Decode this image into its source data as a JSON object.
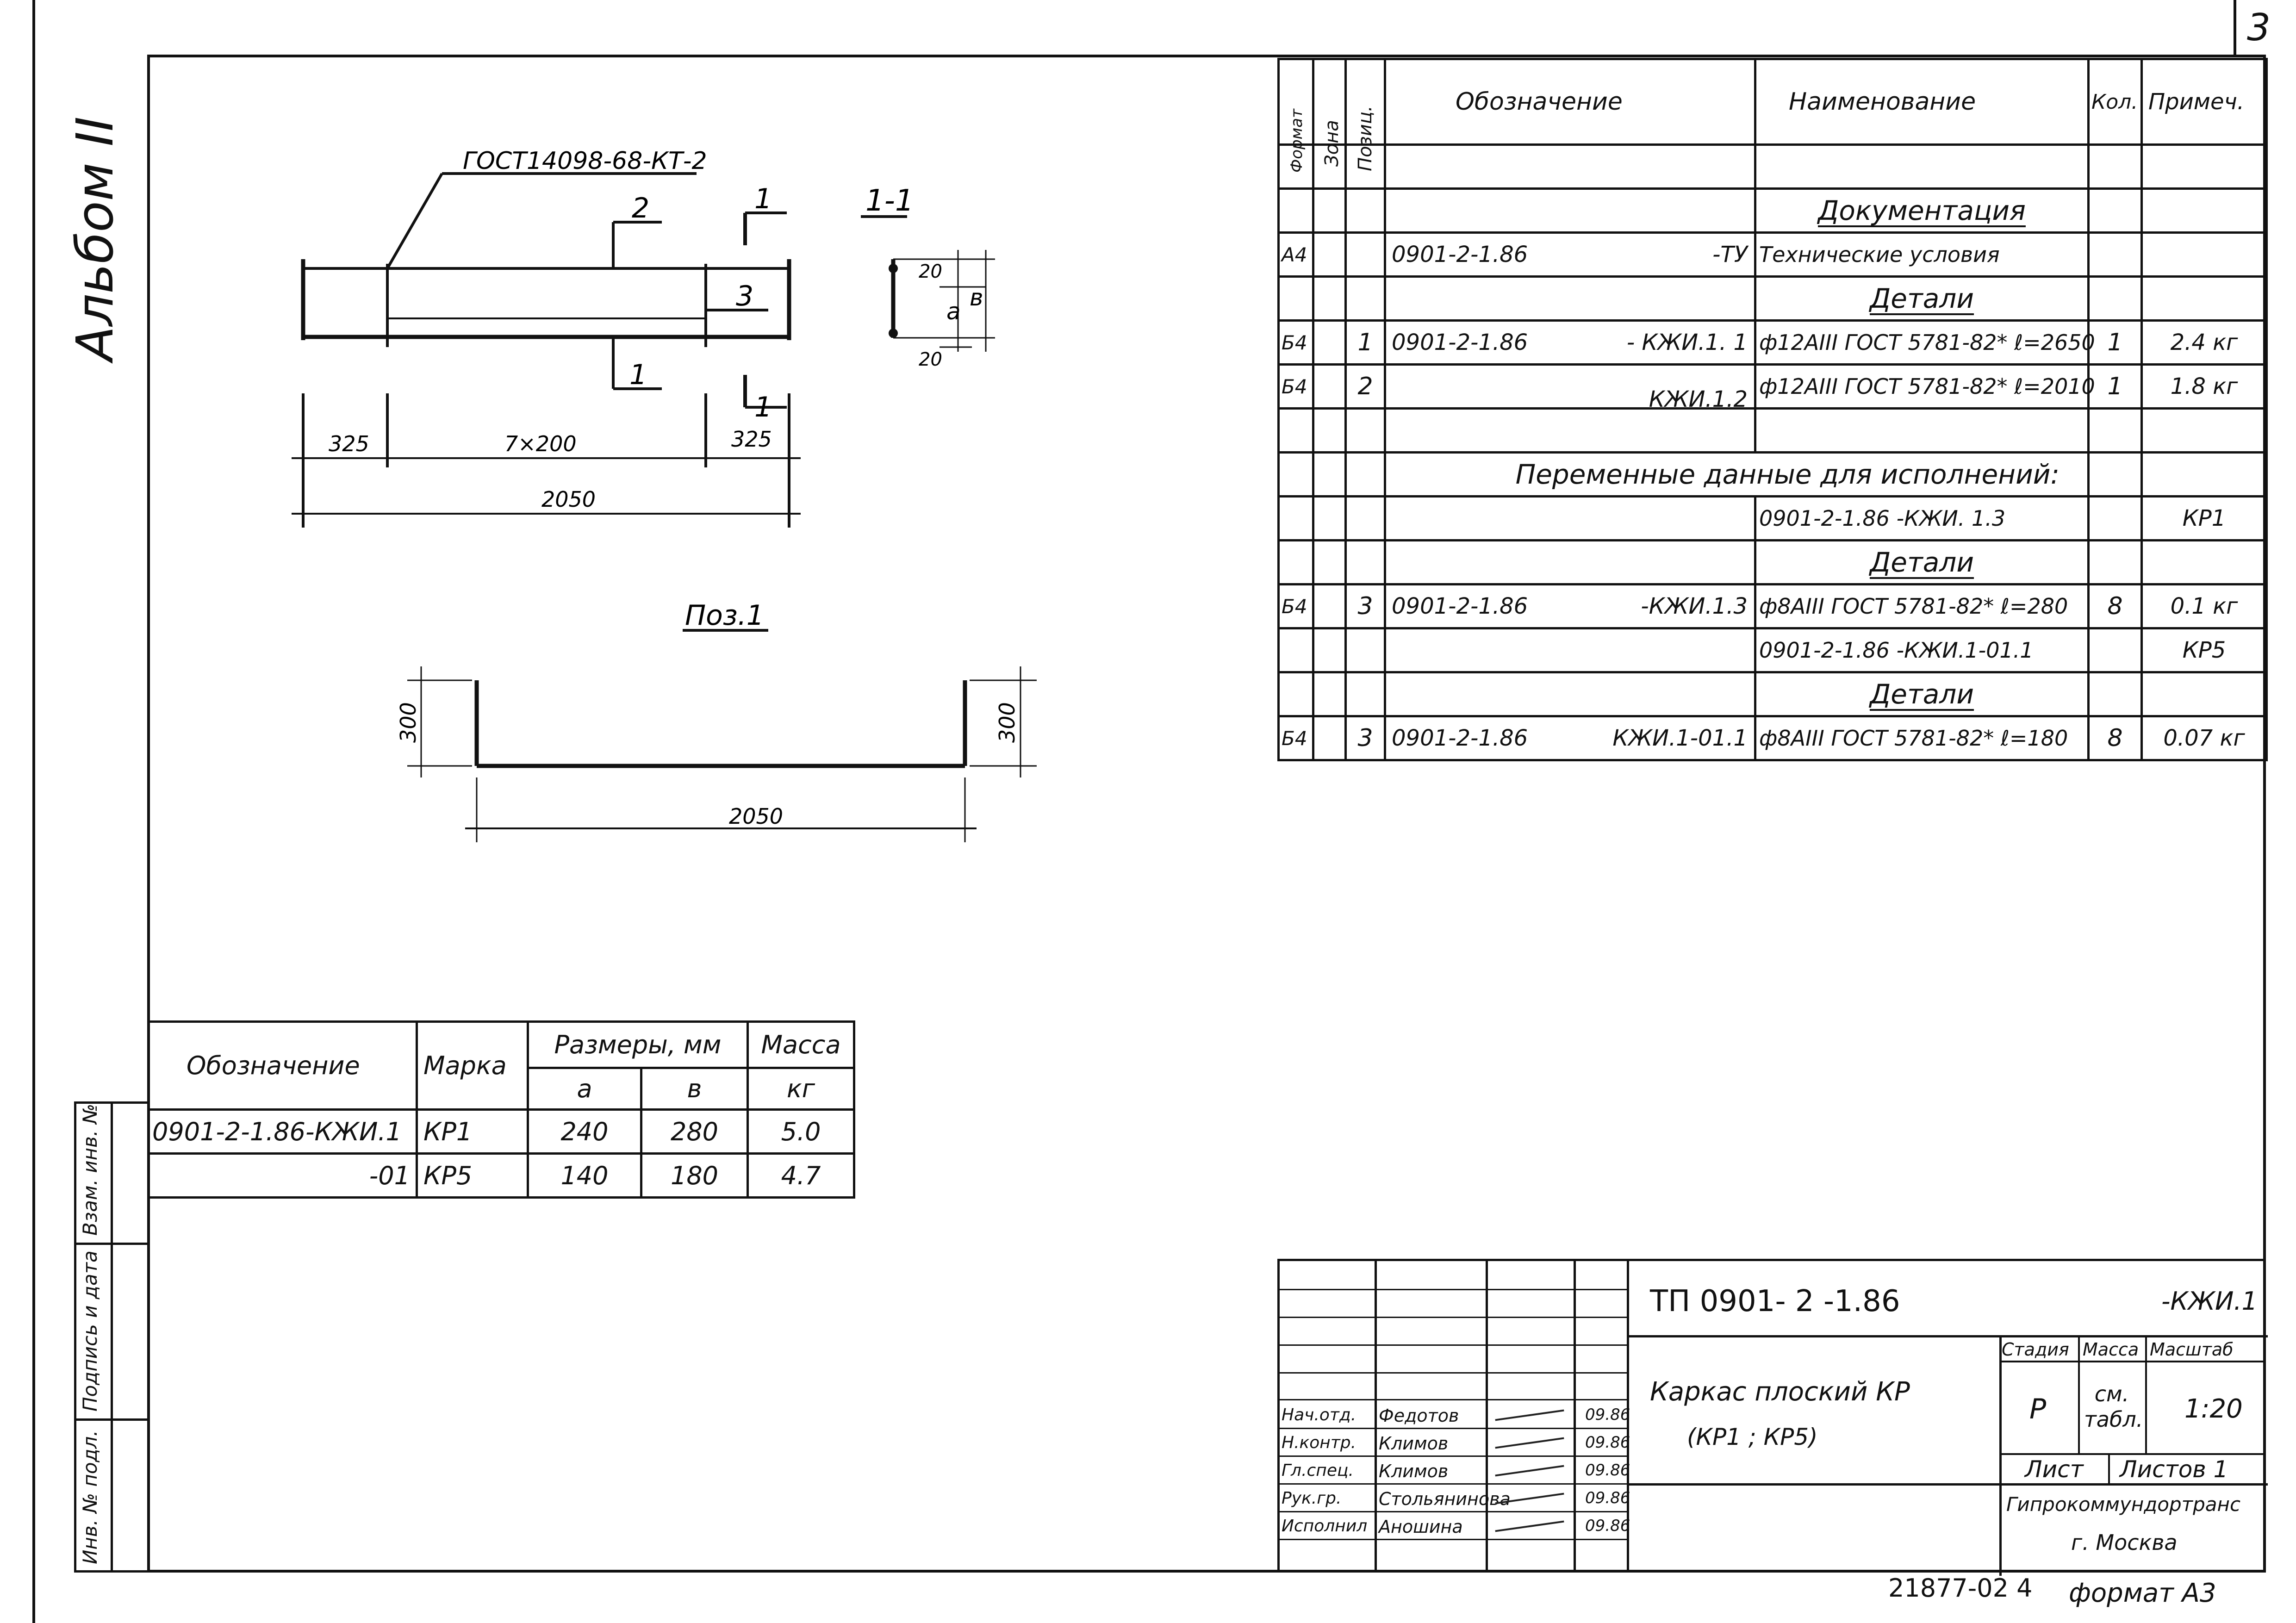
{
  "sheet": {
    "number": "3",
    "format": "формат А3",
    "archive_no": "21877-02 4",
    "album": "Альбом II"
  },
  "side_stamp": {
    "f1": "Взам. инв. №",
    "f2": "Подпись и дата",
    "f3": "Инв. № подл."
  },
  "drawing": {
    "gost_note": "ГОСТ14098-68-КТ-2",
    "pos_labels": [
      "2",
      "3",
      "1"
    ],
    "section_mark": "1",
    "section_title": "1-1",
    "section_dims": [
      "20",
      "а",
      "в",
      "20"
    ],
    "dims_main": [
      "325",
      "7×200",
      "325",
      "2050"
    ],
    "pos1_title": "Поз.1",
    "pos1_dims": [
      "300",
      "300",
      "2050"
    ]
  },
  "spec": {
    "headers": [
      "Формат",
      "Зона",
      "Позиц.",
      "Обозначение",
      "Наименование",
      "Кол.",
      "Примеч."
    ],
    "rows": [
      {
        "fmt": "",
        "zone": "",
        "pos": "",
        "code": "",
        "suffix": "",
        "name": "",
        "qty": "",
        "note": "",
        "kind": "empty"
      },
      {
        "fmt": "",
        "zone": "",
        "pos": "",
        "code": "",
        "suffix": "",
        "name": "Документация",
        "qty": "",
        "note": "",
        "kind": "section"
      },
      {
        "fmt": "А4",
        "zone": "",
        "pos": "",
        "code": "0901-2-1.86",
        "suffix": "-ТУ",
        "name": "Технические условия",
        "qty": "",
        "note": "",
        "kind": "row"
      },
      {
        "fmt": "",
        "zone": "",
        "pos": "",
        "code": "",
        "suffix": "",
        "name": "Детали",
        "qty": "",
        "note": "",
        "kind": "section"
      },
      {
        "fmt": "Б4",
        "zone": "",
        "pos": "1",
        "code": "0901-2-1.86",
        "suffix": "- КЖИ.1. 1",
        "name": "ф12АIII ГОСТ 5781-82* ℓ=2650",
        "qty": "1",
        "note": "2.4 кг",
        "kind": "row"
      },
      {
        "fmt": "Б4",
        "zone": "",
        "pos": "2",
        "code": "",
        "suffix": "КЖИ.1.2",
        "name": "ф12АIII ГОСТ 5781-82* ℓ=2010",
        "qty": "1",
        "note": "1.8 кг",
        "kind": "row"
      },
      {
        "fmt": "",
        "zone": "",
        "pos": "",
        "code": "",
        "suffix": "",
        "name": "",
        "qty": "",
        "note": "",
        "kind": "empty"
      },
      {
        "fmt": "",
        "zone": "",
        "pos": "",
        "code": "",
        "suffix": "",
        "name": "Переменные данные для исполнений:",
        "qty": "",
        "note": "",
        "kind": "wide"
      },
      {
        "fmt": "",
        "zone": "",
        "pos": "",
        "code": "",
        "suffix": "",
        "name": "0901-2-1.86 -КЖИ. 1.3",
        "qty": "",
        "note": "КР1",
        "kind": "row"
      },
      {
        "fmt": "",
        "zone": "",
        "pos": "",
        "code": "",
        "suffix": "",
        "name": "Детали",
        "qty": "",
        "note": "",
        "kind": "section"
      },
      {
        "fmt": "Б4",
        "zone": "",
        "pos": "3",
        "code": "0901-2-1.86",
        "suffix": "-КЖИ.1.3",
        "name": "ф8АIII ГОСТ 5781-82* ℓ=280",
        "qty": "8",
        "note": "0.1 кг",
        "kind": "row"
      },
      {
        "fmt": "",
        "zone": "",
        "pos": "",
        "code": "",
        "suffix": "",
        "name": "0901-2-1.86 -КЖИ.1-01.1",
        "qty": "",
        "note": "КР5",
        "kind": "row"
      },
      {
        "fmt": "",
        "zone": "",
        "pos": "",
        "code": "",
        "suffix": "",
        "name": "Детали",
        "qty": "",
        "note": "",
        "kind": "section"
      },
      {
        "fmt": "Б4",
        "zone": "",
        "pos": "3",
        "code": "0901-2-1.86",
        "suffix": "КЖИ.1-01.1",
        "name": "ф8АIII ГОСТ 5781-82* ℓ=180",
        "qty": "8",
        "note": "0.07 кг",
        "kind": "row"
      }
    ]
  },
  "variants": {
    "h_code": "Обозначение",
    "h_mark": "Марка",
    "h_dims": "Размеры, мм",
    "h_a": "а",
    "h_b": "в",
    "h_mass": "Масса",
    "h_mass_unit": "кг",
    "rows": [
      {
        "code": "0901-2-1.86-КЖИ.1",
        "mark": "КР1",
        "a": "240",
        "b": "280",
        "mass": "5.0"
      },
      {
        "code": "-01",
        "mark": "КР5",
        "a": "140",
        "b": "180",
        "mass": "4.7"
      }
    ]
  },
  "title_block": {
    "doc": "ТП 0901- 2 -1.86",
    "doc_suffix": "-КЖИ.1",
    "name_line1": "Каркас плоский КР",
    "name_line2": "(КР1 ; КР5)",
    "stage_label": "Стадия",
    "stage": "Р",
    "mass_label": "Масса",
    "mass": "см. табл.",
    "scale_label": "Масштаб",
    "scale": "1:20",
    "sheet_label": "Лист",
    "sheets_label": "Листов 1",
    "org1": "Гипрокоммундортранс",
    "org2": "г. Москва",
    "people": [
      {
        "role": "Нач.отд.",
        "name": "Федотов",
        "date": "09.86"
      },
      {
        "role": "Н.контр.",
        "name": "Климов",
        "date": "09.86"
      },
      {
        "role": "Гл.спец.",
        "name": "Климов",
        "date": "09.86"
      },
      {
        "role": "Рук.гр.",
        "name": "Стольянинова",
        "date": "09.86"
      },
      {
        "role": "Исполнил",
        "name": "Аношина",
        "date": "09.86"
      }
    ]
  }
}
